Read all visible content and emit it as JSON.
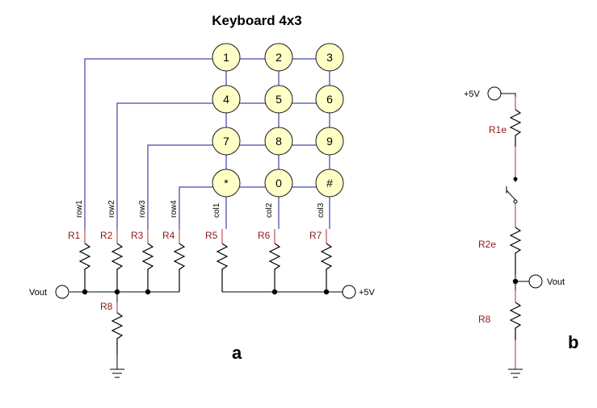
{
  "title": "Keyboard 4x3",
  "keys": [
    "1",
    "2",
    "3",
    "4",
    "5",
    "6",
    "7",
    "8",
    "9",
    "*",
    "0",
    "#"
  ],
  "rows": [
    "row1",
    "row2",
    "row3",
    "row4"
  ],
  "cols": [
    "col1",
    "col2",
    "col3"
  ],
  "resistors_a": [
    "R1",
    "R2",
    "R3",
    "R4",
    "R5",
    "R6",
    "R7",
    "R8"
  ],
  "ports_a": {
    "vout": "Vout",
    "vcc": "+5V"
  },
  "label_a": "a",
  "circuit_b": {
    "vcc": "+5V",
    "r1": "R1e",
    "r2": "R2e",
    "r3": "R8",
    "vout": "Vout"
  },
  "label_b": "b"
}
